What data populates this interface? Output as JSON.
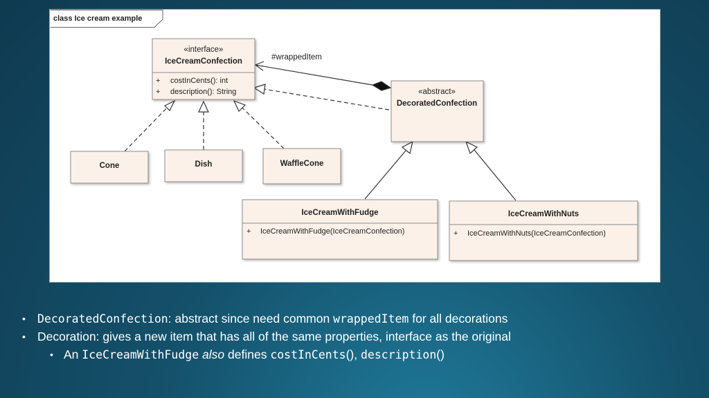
{
  "frame_title": "class Ice cream example",
  "classes": {
    "ice_cream_confection": {
      "stereotype": "«interface»",
      "name": "IceCreamConfection",
      "operations": [
        {
          "vis": "+",
          "text": "costInCents(): int"
        },
        {
          "vis": "+",
          "text": "description(): String"
        }
      ]
    },
    "decorated_confection": {
      "stereotype": "«abstract»",
      "name": "DecoratedConfection"
    },
    "cone": {
      "name": "Cone"
    },
    "dish": {
      "name": "Dish"
    },
    "waffle_cone": {
      "name": "WaffleCone"
    },
    "ice_cream_with_fudge": {
      "name": "IceCreamWithFudge",
      "operations": [
        {
          "vis": "+",
          "text": "IceCreamWithFudge(IceCreamConfection)"
        }
      ]
    },
    "ice_cream_with_nuts": {
      "name": "IceCreamWithNuts",
      "operations": [
        {
          "vis": "+",
          "text": "IceCreamWithNuts(IceCreamConfection)"
        }
      ]
    }
  },
  "association_label": "#wrappedItem",
  "bullets": {
    "b1": {
      "code1": "DecoratedConfection",
      "text1": ": abstract since need common ",
      "code2": "wrappedItem",
      "text2": " for all decorations"
    },
    "b2": {
      "text": "Decoration: gives a new item that has all of the same properties, interface as the original"
    },
    "b3": {
      "text1": "An ",
      "code1": "IceCreamWithFudge",
      "italic": "also",
      "text2": " defines ",
      "code2": "costInCents",
      "text3": "(), ",
      "code3": "description",
      "text4": "()"
    }
  },
  "colors": {
    "class_fill": "#fbf1e8",
    "class_border": "#8c8c8c",
    "line": "#333333"
  }
}
